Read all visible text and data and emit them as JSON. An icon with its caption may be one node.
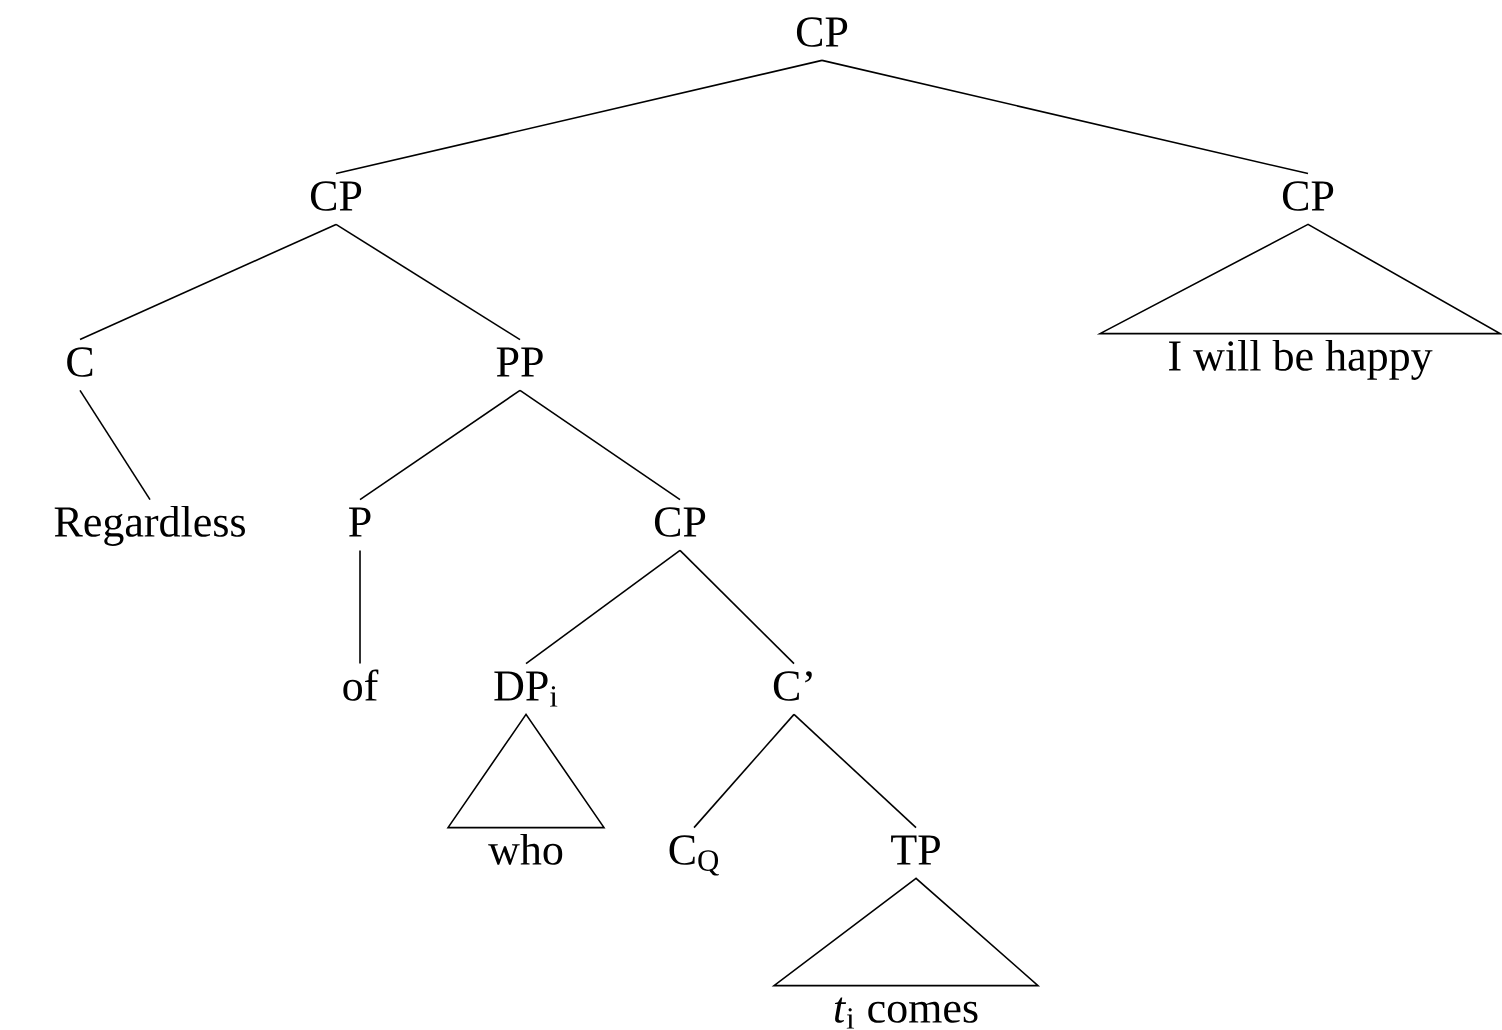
{
  "diagram": {
    "nodes": [
      {
        "text": [
          "CP"
        ]
      },
      {
        "text": [
          "CP"
        ]
      },
      {
        "text": [
          "CP"
        ]
      },
      {
        "text": [
          "C"
        ]
      },
      {
        "text": [
          "PP"
        ]
      },
      {
        "text": [
          "I will be happy"
        ]
      },
      {
        "text": [
          "Regardless"
        ]
      },
      {
        "text": [
          "P"
        ]
      },
      {
        "text": [
          "CP"
        ]
      },
      {
        "text": [
          "of"
        ]
      },
      {
        "text": [
          "DP$_{i}$"
        ]
      },
      {
        "text": [
          "C’"
        ]
      },
      {
        "text": [
          "who"
        ]
      },
      {
        "text": [
          "C$_{Q}$"
        ]
      },
      {
        "text": [
          "TP"
        ]
      },
      {
        "text": [
          "*t*$_{i}$ comes"
        ]
      }
    ],
    "edges": [
      {
        "from": 0,
        "to": 1,
        "arrow": "none"
      },
      {
        "from": 0,
        "to": 2,
        "arrow": "none"
      },
      {
        "from": 2,
        "to": 5,
        "arrow": "none"
      },
      {
        "from": 1,
        "to": 3,
        "arrow": "none"
      },
      {
        "from": 1,
        "to": 4,
        "arrow": "none"
      },
      {
        "from": 3,
        "to": 6,
        "arrow": "none"
      },
      {
        "from": 4,
        "to": 7,
        "arrow": "none"
      },
      {
        "from": 4,
        "to": 8,
        "arrow": "none"
      },
      {
        "from": 7,
        "to": 9,
        "arrow": "none"
      },
      {
        "from": 8,
        "to": 10,
        "arrow": "none"
      },
      {
        "from": 8,
        "to": 11,
        "arrow": "none"
      },
      {
        "from": 10,
        "to": 12,
        "arrow": "none"
      },
      {
        "from": 11,
        "to": 13,
        "arrow": "none"
      },
      {
        "from": 11,
        "to": 14,
        "arrow": "none"
      },
      {
        "from": 14,
        "to": 15,
        "arrow": "none"
      }
    ]
  }
}
